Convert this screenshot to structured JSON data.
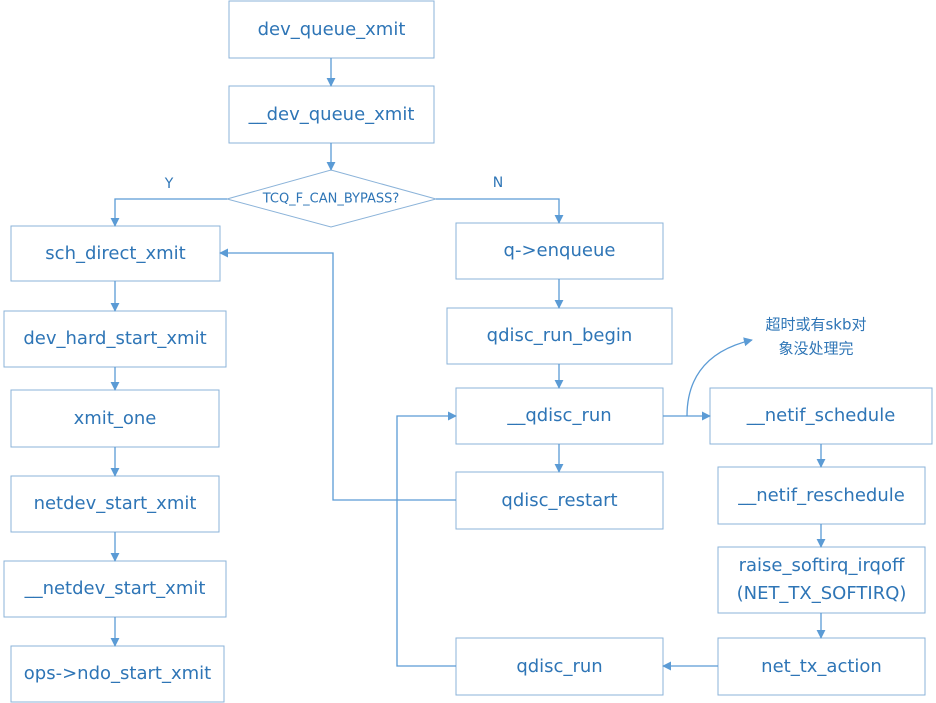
{
  "nodes": {
    "dev_queue_xmit": "dev_queue_xmit",
    "__dev_queue_xmit": "__dev_queue_xmit",
    "decision": "TCQ_F_CAN_BYPASS?",
    "sch_direct_xmit": "sch_direct_xmit",
    "dev_hard_start_xmit": "dev_hard_start_xmit",
    "xmit_one": "xmit_one",
    "netdev_start_xmit": "netdev_start_xmit",
    "__netdev_start_xmit": "__netdev_start_xmit",
    "ndo_start_xmit": "ops->ndo_start_xmit",
    "enqueue": "q->enqueue",
    "qdisc_run_begin": "qdisc_run_begin",
    "__qdisc_run": "__qdisc_run",
    "qdisc_restart": "qdisc_restart",
    "qdisc_run": "qdisc_run",
    "__netif_schedule": "__netif_schedule",
    "__netif_reschedule": "__netif_reschedule",
    "raise_softirq_1": "raise_softirq_irqoff",
    "raise_softirq_2": "(NET_TX_SOFTIRQ)",
    "net_tx_action": "net_tx_action"
  },
  "branches": {
    "yes": "Y",
    "no": "N"
  },
  "note": {
    "line1": "超时或有skb对",
    "line2": "象没处理完"
  },
  "colors": {
    "text": "#2e75b6",
    "line": "#5b9bd5",
    "border": "#8bb3d9"
  }
}
